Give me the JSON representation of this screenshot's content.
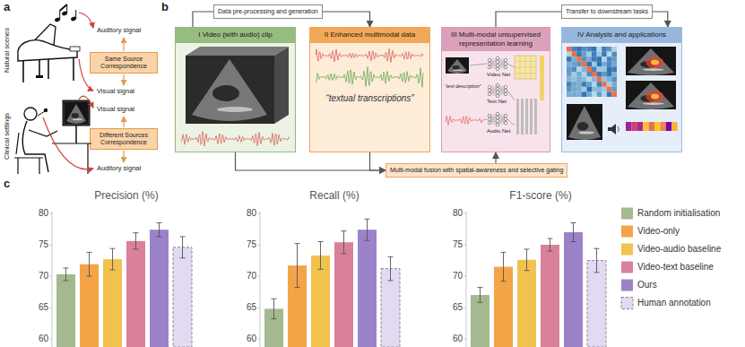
{
  "diagram": {
    "nodes": [
      {
        "text": [
          "Same Source Correspondence"
        ]
      },
      {
        "text": [
          "Different Sources Correspondence"
        ]
      },
      {
        "text": [
          "Data pre-processing and generation"
        ]
      },
      {
        "text": [
          "Transfer to downstream tasks"
        ]
      },
      {
        "text": [
          "I Video (with audio) clip"
        ]
      },
      {
        "text": [
          "II Enhanced multimodal data",
          "“textual transcriptions”"
        ]
      },
      {
        "text": [
          "III Multi-modal unsupervised representation learning"
        ]
      },
      {
        "text": [
          "IV Analysis and applications"
        ]
      },
      {
        "text": [
          "Multi-modal fusion with spatial-awareness and selective gating"
        ]
      }
    ],
    "edges": [
      {
        "from": 4,
        "to": 2,
        "arrow": "none"
      },
      {
        "from": 2,
        "to": 5,
        "arrow": "to"
      },
      {
        "from": 6,
        "to": 3,
        "arrow": "none"
      },
      {
        "from": 3,
        "to": 7,
        "arrow": "to"
      },
      {
        "from": 4,
        "to": 8,
        "arrow": "to"
      },
      {
        "from": 5,
        "to": 8,
        "arrow": "to"
      },
      {
        "from": 8,
        "to": 6,
        "arrow": "to"
      }
    ],
    "labels": [
      "a",
      "Natural scenes",
      "Auditory signal",
      "Visual signal",
      "Clinical settings",
      "Visual signal",
      "Auditory signal",
      "b",
      "Video Net",
      "Text Net",
      "Audio Net",
      "“text description”",
      "c",
      "Precision (%)",
      "80",
      "75",
      "70",
      "65",
      "60",
      "Recall (%)",
      "80",
      "75",
      "70",
      "65",
      "60",
      "F1-score (%)",
      "80",
      "75",
      "70",
      "65",
      "60"
    ],
    "legend": [
      {
        "text": "Random initialisation",
        "color": "#a4b98f"
      },
      {
        "text": "Video-only",
        "color": "#f4a447"
      },
      {
        "text": "Video-audio baseline",
        "color": "#f2c24f"
      },
      {
        "text": "Video-text baseline",
        "color": "#d9809a"
      },
      {
        "text": "Ours",
        "color": "#9b82c9"
      },
      {
        "text": "Human annotation",
        "color": "#e2d9f3"
      }
    ]
  }
}
